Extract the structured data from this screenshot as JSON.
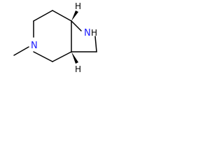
{
  "molecule": {
    "atoms": {
      "nh_top_n": "N",
      "nh_top_h": "H",
      "ring_n": "N",
      "stereo_h_top": "H",
      "stereo_h_bottom": "H"
    },
    "colors": {
      "nitrogen": "#1a1aff",
      "carbon_bond": "#000000",
      "background": "#ffffff"
    }
  }
}
